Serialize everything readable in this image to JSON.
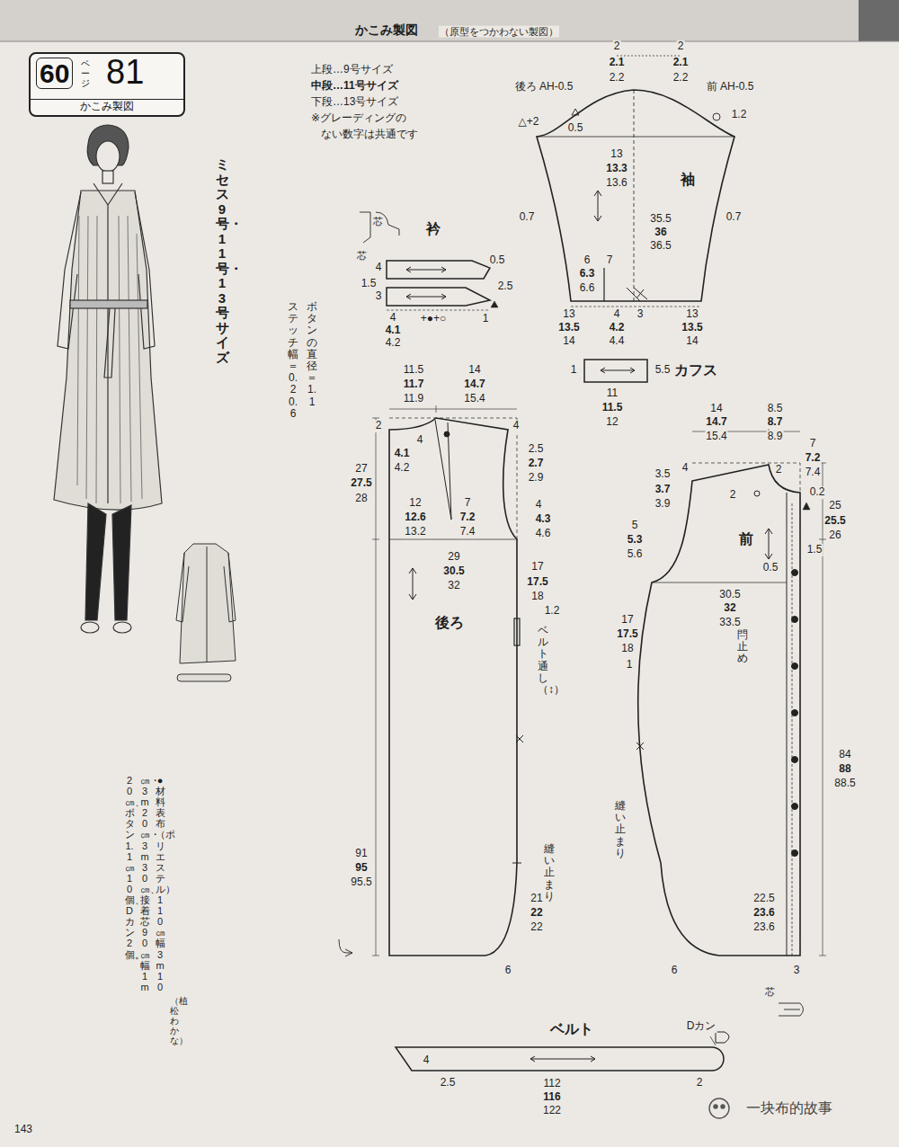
{
  "diagram": {
    "title": "かこみ製図",
    "nodes": [
      {
        "text": [
          "60",
          "ページ",
          "81",
          "かこみ製図"
        ]
      }
    ],
    "labels": [
      "（原型をつかわない製図）",
      "上段…9号サイズ",
      "中段…11号サイズ",
      "下段…13号サイズ",
      "※グレーディングの",
      "ない数字は共通です",
      "ミセス9号・11号・13号サイズ",
      "ボタンの直径＝1.1",
      "ステッチ幅＝0.2 0.6",
      "2",
      "2.1",
      "2.2",
      "2",
      "2.1",
      "2.2",
      "後ろ AH-0.5",
      "前 AH-0.5",
      "△+2",
      "0.5",
      "1.2",
      "13",
      "13.3",
      "13.6",
      "袖",
      "35.5",
      "36",
      "36.5",
      "0.7",
      "0.7",
      "6",
      "6.3",
      "6.6",
      "7",
      "13",
      "13.5",
      "14",
      "4",
      "4.2",
      "4.4",
      "3",
      "13",
      "13.5",
      "14",
      "衿",
      "芯",
      "芯",
      "4",
      "0.5",
      "1.5",
      "3",
      "2.5",
      "4",
      "4.1",
      "4.2",
      "+●+○",
      "1",
      "1",
      "5.5",
      "カフス",
      "11",
      "11.5",
      "12",
      "11.5",
      "11.7",
      "11.9",
      "14",
      "14.7",
      "15.4",
      "2",
      "4",
      "4",
      "2.5",
      "2.7",
      "2.9",
      "27",
      "27.5",
      "28",
      "4.1",
      "4.2",
      "12",
      "12.6",
      "13.2",
      "7",
      "7.2",
      "7.4",
      "4",
      "4.3",
      "4.6",
      "29",
      "30.5",
      "32",
      "後ろ",
      "17",
      "17.5",
      "18",
      "1.2",
      "ベルト通し（↕）",
      "91",
      "95",
      "95.5",
      "縫い止まり",
      "21",
      "22",
      "22",
      "6",
      "14",
      "14.7",
      "15.4",
      "8.5",
      "8.7",
      "8.9",
      "7",
      "7.2",
      "7.4",
      "3.5",
      "3.7",
      "3.9",
      "4",
      "2",
      "2",
      "0.2",
      "25",
      "25.5",
      "26",
      "前",
      "1.5",
      "5",
      "5.3",
      "5.6",
      "0.5",
      "30.5",
      "32",
      "33.5",
      "閂止め",
      "17",
      "17.5",
      "18",
      "1",
      "縫い止まり",
      "84",
      "88",
      "88.5",
      "22.5",
      "23.6",
      "23.6",
      "6",
      "3",
      "芯",
      "Dカン",
      "ベルト",
      "4",
      "2.5",
      "112",
      "116",
      "122",
      "2",
      "143",
      "一块布的故事",
      "●材料　表布（ポリエステル）110㎝幅3m10",
      "㎝・3m20㎝・3m30㎝、接着芯90㎝幅1m",
      "20㎝、ボタン1.1㎝10個、Dカン2個。",
      "（植松わかな）"
    ]
  }
}
